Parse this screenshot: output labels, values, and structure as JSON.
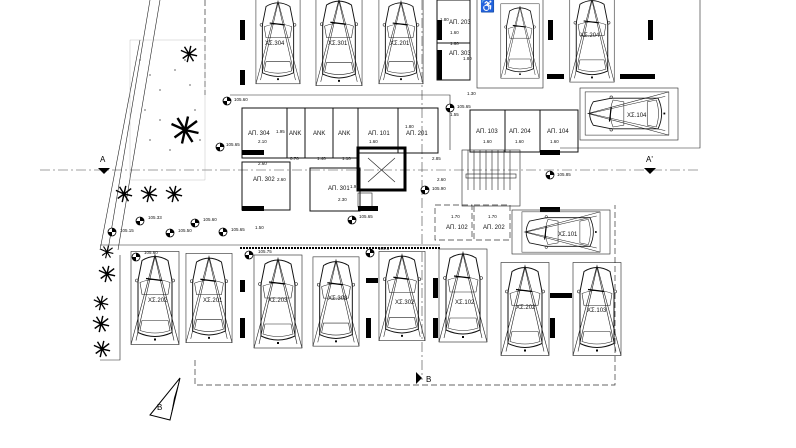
{
  "parking_spaces_top": [
    "ΧΣ.304",
    "ΧΣ.301",
    "ΧΣ.201",
    "ΧΣ.204"
  ],
  "parking_spaces_side": [
    "ΧΣ.104",
    "ΧΣ.101"
  ],
  "parking_spaces_bottom": [
    "ΧΣ.202",
    "ΧΣ.201",
    "ΧΣ.203",
    "ΧΣ.303",
    "ΧΣ.302",
    "ΧΣ.102",
    "ΧΣ.202",
    "ΧΣ.103"
  ],
  "storage_rooms": {
    "ap203": "ΑΠ. 203",
    "ap303": "ΑΠ. 303",
    "ap304": "ΑΠ. 304",
    "ap101": "ΑΠ. 101",
    "ap201": "ΑΠ. 201",
    "ap103": "ΑΠ. 103",
    "ap204": "ΑΠ. 204",
    "ap104": "ΑΠ. 104",
    "ap302": "ΑΠ. 302",
    "ap301": "ΑΠ. 301",
    "ap102": "ΑΠ. 102",
    "ap202": "ΑΠ. 202"
  },
  "lift_shafts": [
    "ΑΝΚ",
    "ΑΝΚ",
    "ΑΝΚ"
  ],
  "dimensions": {
    "d_1_95": "1.95",
    "d_2_10": "2.10",
    "d_2_60a": "2.60",
    "d_2_60b": "2.60",
    "d_0_70": "0.70",
    "d_1_40": "1.40",
    "d_1_10": "1.10",
    "d_2_30": "2.30",
    "d_1_95b": "1.95",
    "d_1_80a": "1.80",
    "d_1_80b": "1.80",
    "d_1_55": "1.55",
    "d_1_60a": "1.60",
    "d_1_60b": "1.60",
    "d_1_60c": "1.60",
    "d_2_85": "2.85",
    "d_2_60c": "2.60",
    "d_1_50": "1.50",
    "d_1_30": "1.30",
    "d_1_70a": "1.70",
    "d_1_70b": "1.70",
    "d_1_60d": "1.60",
    "d_1_60e": "1.60",
    "d_1_60f": "1.60"
  },
  "levels": {
    "l1": "105.60",
    "l2": "105.65",
    "l3": "105.85",
    "l4": "105.90",
    "l5": "105.65",
    "l6": "105.33",
    "l7": "105.15",
    "l8": "105.50",
    "l9": "105.60",
    "l10": "105.65",
    "l11": "105.75",
    "l12": "105.5",
    "l13": "105.60",
    "l14": "105.65"
  },
  "section_markers": {
    "a": "A",
    "a_prime": "A'",
    "b": "B",
    "north_arrow": "B"
  },
  "accessible_icon": "wheelchair-icon"
}
